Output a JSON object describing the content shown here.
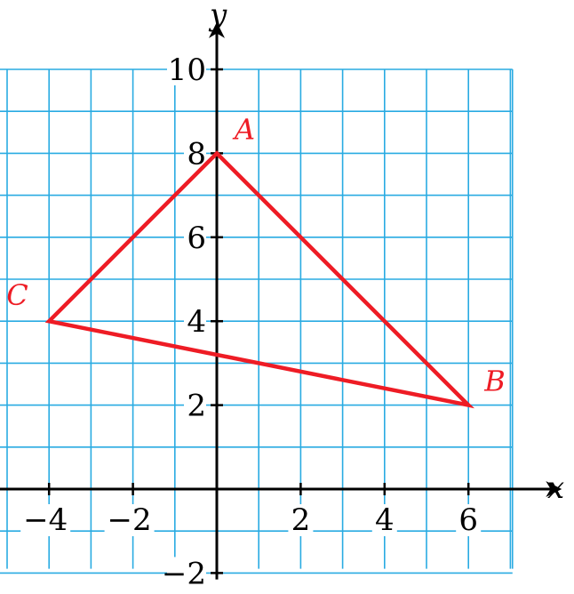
{
  "chart_data": {
    "type": "scatter",
    "xlabel": "x",
    "ylabel": "y",
    "xlim": [
      -5,
      7
    ],
    "ylim": [
      -2,
      10
    ],
    "grid": true,
    "grid_step": 1,
    "x_tick_values": [
      -4,
      -2,
      2,
      4,
      6
    ],
    "y_tick_values": [
      -2,
      2,
      4,
      6,
      8,
      10
    ],
    "x_tick_labels": [
      "−4",
      "−2",
      "2",
      "4",
      "6"
    ],
    "y_tick_labels": [
      "−2",
      "2",
      "4",
      "6",
      "8",
      "10"
    ],
    "points": [
      {
        "label": "A",
        "x": 0,
        "y": 8
      },
      {
        "label": "B",
        "x": 6,
        "y": 2
      },
      {
        "label": "C",
        "x": -4,
        "y": 4
      }
    ],
    "polygon_order": [
      "A",
      "B",
      "C"
    ]
  },
  "colors": {
    "grid": "#29abe2",
    "axes": "#000000",
    "triangle": "#ee1c25",
    "labels": "#ee1c25"
  }
}
